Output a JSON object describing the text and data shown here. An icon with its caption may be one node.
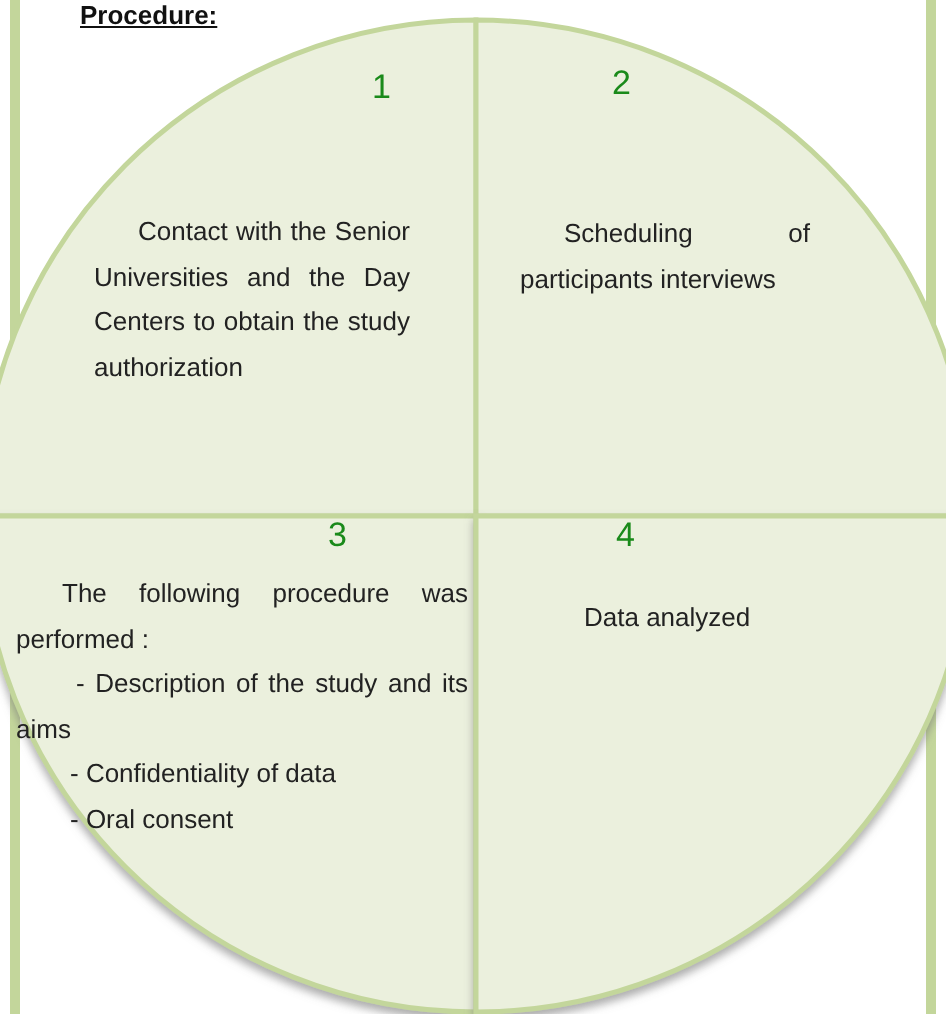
{
  "diagram": {
    "title": "Procedure:",
    "nodes": [
      {
        "text": [
          "1",
          "Contact with the Senior Universities and the Day Centers to obtain the study authorization"
        ]
      },
      {
        "text": [
          "2",
          "Scheduling of participants interviews"
        ]
      },
      {
        "text": [
          "3",
          "The following procedure was performed :",
          "- Description of the study and its aims",
          "- Confidentiality of data",
          "- Oral consent"
        ]
      },
      {
        "text": [
          "4",
          "Data analyzed"
        ]
      }
    ]
  }
}
